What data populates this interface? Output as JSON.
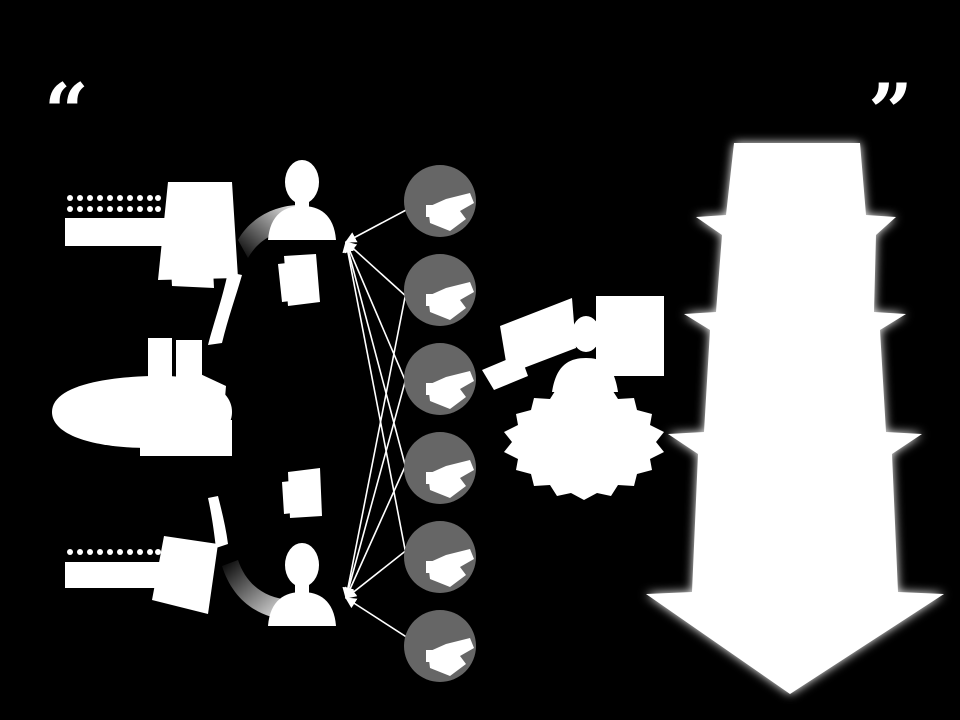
{
  "slide": {
    "background": "#000000",
    "foreground": "#ffffff",
    "node_fill": "#666666",
    "open_quote": "“",
    "close_quote": "”"
  },
  "diagram": {
    "people": [
      {
        "icon": "user-icon"
      },
      {
        "icon": "user-icon"
      }
    ],
    "source_nodes": [
      {
        "icon": "hand-icon"
      },
      {
        "icon": "hand-icon"
      },
      {
        "icon": "hand-icon"
      },
      {
        "icon": "hand-icon"
      },
      {
        "icon": "hand-icon"
      },
      {
        "icon": "hand-icon"
      }
    ],
    "connections": [
      {
        "from": 0,
        "to": 0
      },
      {
        "from": 1,
        "to": 0
      },
      {
        "from": 2,
        "to": 0
      },
      {
        "from": 3,
        "to": 0
      },
      {
        "from": 4,
        "to": 0
      },
      {
        "from": 1,
        "to": 1
      },
      {
        "from": 2,
        "to": 1
      },
      {
        "from": 3,
        "to": 1
      },
      {
        "from": 4,
        "to": 1
      },
      {
        "from": 5,
        "to": 1
      }
    ]
  }
}
